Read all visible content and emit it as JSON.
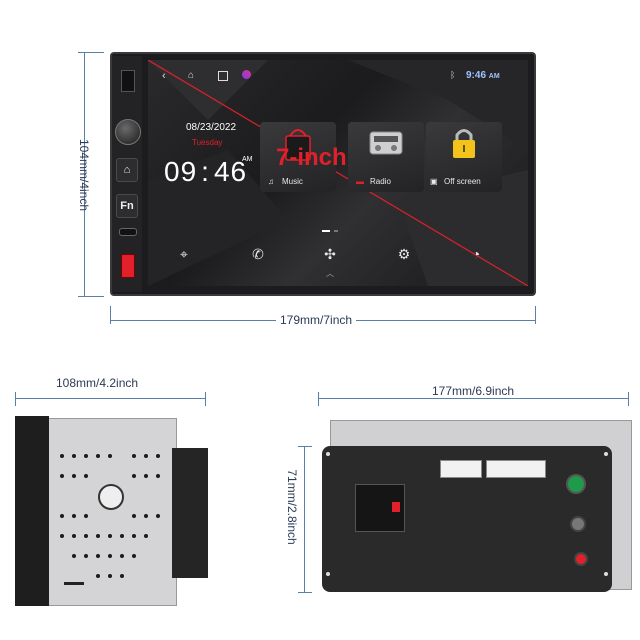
{
  "dimensions": {
    "front_height": "104mm/4inch",
    "front_width": "179mm/7inch",
    "side_depth": "108mm/4.2inch",
    "rear_width": "177mm/6.9inch",
    "rear_height": "71mm/2.8inch"
  },
  "screen": {
    "date": "08/23/2022",
    "day": "Tuesday",
    "time_hour": "09",
    "time_minute": "46",
    "ampm": "AM",
    "status_time": "9:46",
    "status_ampm": "AM",
    "size_label": "7-inch",
    "tiles": [
      {
        "label": "Music",
        "icon": "music-note-icon"
      },
      {
        "label": "Radio",
        "icon": "radio-icon"
      },
      {
        "label": "Off screen",
        "icon": "lock-icon"
      }
    ],
    "dock": [
      "location-icon",
      "phone-icon",
      "apps-icon",
      "settings-icon",
      "palette-icon"
    ]
  },
  "side_buttons": {
    "home": "⌂",
    "fn": "Fn"
  },
  "colors": {
    "dimension_line": "#5a7fa8",
    "accent_red": "#e0202a",
    "lock_yellow": "#f3c21b",
    "rear_green": "#1f9a4a"
  }
}
